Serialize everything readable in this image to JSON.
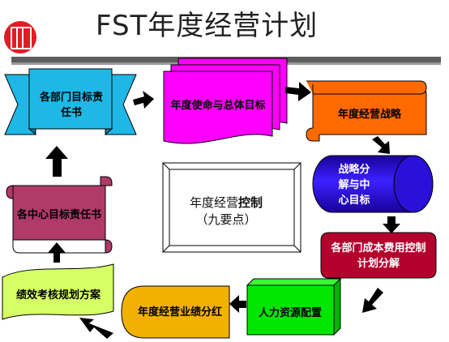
{
  "title": "FST年度经营计划",
  "nodes": {
    "dept_goals": "各部门目标责任书",
    "mission": "年度使命与总体目标",
    "strategy": "年度经营战略",
    "strategy_decomp": "战略分解与中心目标",
    "cost_control": "各部门成本费用控制计划分解",
    "hr": "人力资源配置",
    "bonus": "年度经营业绩分红",
    "kpi": "绩效考核规划方案",
    "center_goals": "各中心目标责任书"
  },
  "center": {
    "line1_prefix": "年度经营",
    "line1_emph": "控制",
    "line2": "（九要点）"
  },
  "colors": {
    "dept_goals": "#1fb8e6",
    "mission": "#ff00ff",
    "strategy": "#ff6a00",
    "strategy_decomp": "#3300ff",
    "cost_control": "#b4002d",
    "hr": "#00e600",
    "bonus": "#f2b000",
    "kpi": "#d6ff66",
    "center_goals": "#b03a68"
  }
}
